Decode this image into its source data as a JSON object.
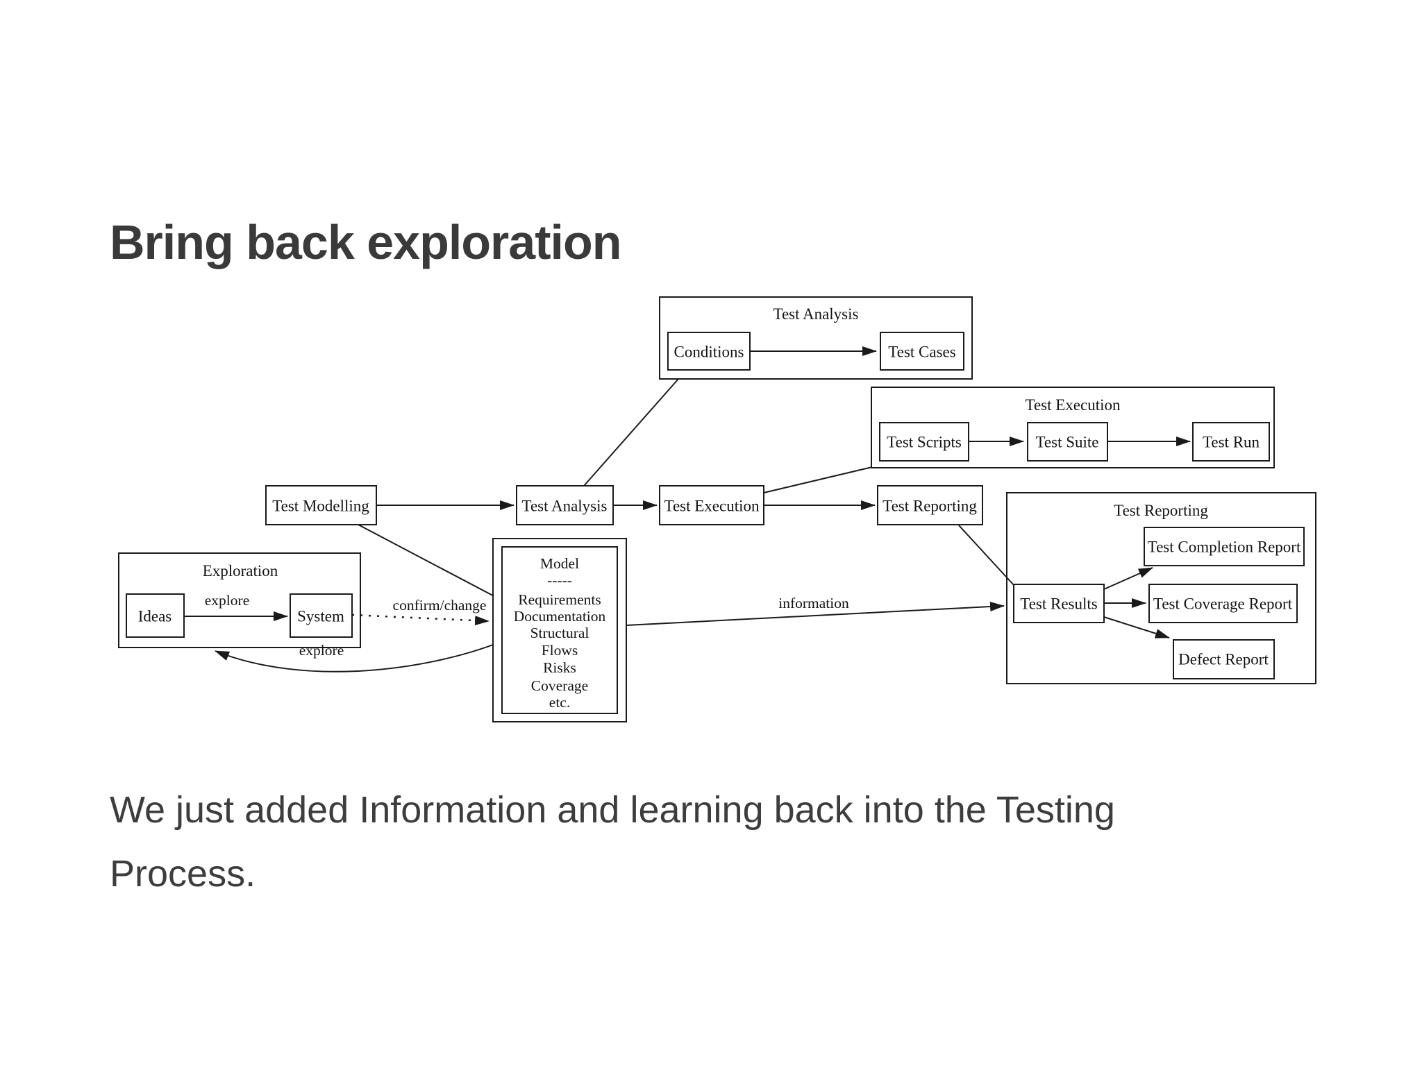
{
  "title": "Bring back exploration",
  "caption": {
    "line1": "We just added Information and learning back into the Testing",
    "line2": "Process."
  },
  "diagram": {
    "groups": {
      "test_analysis": "Test Analysis",
      "test_execution": "Test Execution",
      "test_reporting": "Test Reporting",
      "exploration": "Exploration"
    },
    "nodes": {
      "conditions": "Conditions",
      "test_cases": "Test Cases",
      "test_scripts": "Test Scripts",
      "test_suite": "Test Suite",
      "test_run": "Test Run",
      "test_modelling": "Test Modelling",
      "test_analysis": "Test Analysis",
      "test_execution": "Test Execution",
      "test_reporting": "Test Reporting",
      "test_results": "Test Results",
      "test_completion_report": "Test Completion Report",
      "test_coverage_report": "Test Coverage Report",
      "defect_report": "Defect Report",
      "ideas": "Ideas",
      "system": "System"
    },
    "model": {
      "title": "Model",
      "divider": "-----",
      "items": [
        "Requirements",
        "Documentation",
        "Structural",
        "Flows",
        "Risks",
        "Coverage",
        "etc."
      ]
    },
    "edge_labels": {
      "explore_top": "explore",
      "explore_bottom": "explore",
      "confirm_change": "confirm/change",
      "information": "information"
    }
  },
  "colors": {
    "background": "#ffffff",
    "title_text": "#3a3a3a",
    "caption_text": "#3d3d3d",
    "diagram_line": "#1a1a1a"
  }
}
